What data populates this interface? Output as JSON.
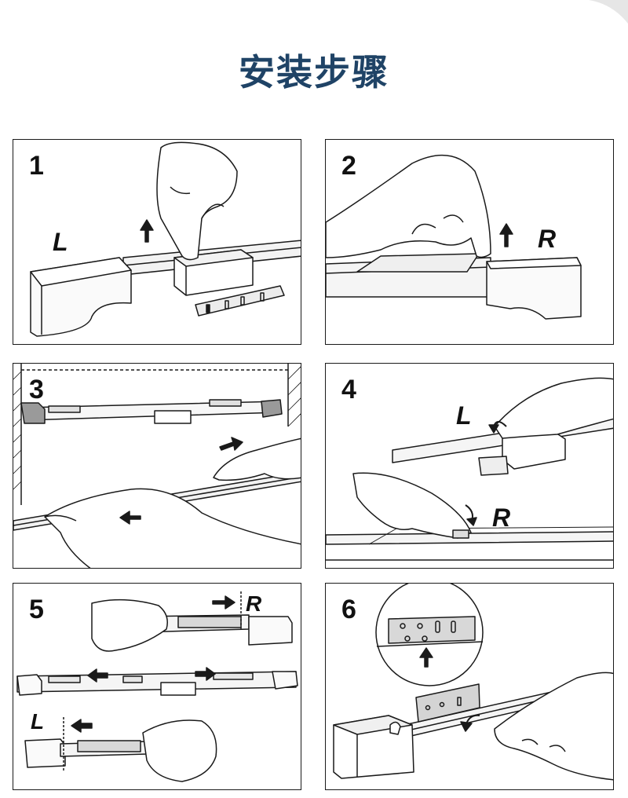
{
  "title": "安装步骤",
  "steps": [
    {
      "number": "1",
      "side_labels": [
        "L"
      ]
    },
    {
      "number": "2",
      "side_labels": [
        "R"
      ]
    },
    {
      "number": "3",
      "side_labels": []
    },
    {
      "number": "4",
      "side_labels": [
        "L",
        "R"
      ]
    },
    {
      "number": "5",
      "side_labels": [
        "R",
        "L"
      ]
    },
    {
      "number": "6",
      "side_labels": []
    }
  ],
  "colors": {
    "title": "#1f4366",
    "border": "#1a1a1a",
    "ink": "#111111"
  }
}
